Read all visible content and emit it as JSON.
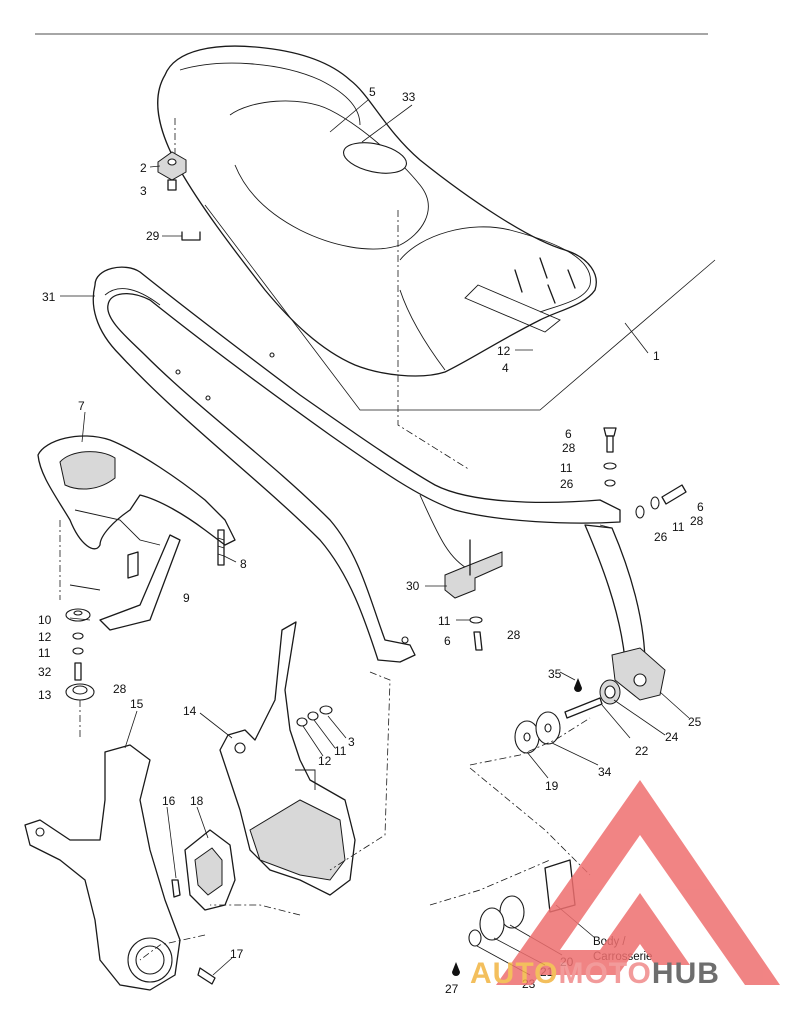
{
  "callouts": [
    {
      "id": "c1",
      "text": "1"
    },
    {
      "id": "c2",
      "text": "2"
    },
    {
      "id": "c3a",
      "text": "3"
    },
    {
      "id": "c3b",
      "text": "3"
    },
    {
      "id": "c4",
      "text": "4"
    },
    {
      "id": "c5",
      "text": "5"
    },
    {
      "id": "c6a",
      "text": "6"
    },
    {
      "id": "c6b",
      "text": "6"
    },
    {
      "id": "c6c",
      "text": "6"
    },
    {
      "id": "c7",
      "text": "7"
    },
    {
      "id": "c8",
      "text": "8"
    },
    {
      "id": "c9",
      "text": "9"
    },
    {
      "id": "c10",
      "text": "10"
    },
    {
      "id": "c11a",
      "text": "11"
    },
    {
      "id": "c11b",
      "text": "11"
    },
    {
      "id": "c11c",
      "text": "11"
    },
    {
      "id": "c11d",
      "text": "11"
    },
    {
      "id": "c11e",
      "text": "11"
    },
    {
      "id": "c12a",
      "text": "12"
    },
    {
      "id": "c12b",
      "text": "12"
    },
    {
      "id": "c12c",
      "text": "12"
    },
    {
      "id": "c13",
      "text": "13"
    },
    {
      "id": "c14",
      "text": "14"
    },
    {
      "id": "c15",
      "text": "15"
    },
    {
      "id": "c16",
      "text": "16"
    },
    {
      "id": "c17",
      "text": "17"
    },
    {
      "id": "c18",
      "text": "18"
    },
    {
      "id": "c19",
      "text": "19"
    },
    {
      "id": "c20",
      "text": "20"
    },
    {
      "id": "c21",
      "text": "21"
    },
    {
      "id": "c22",
      "text": "22"
    },
    {
      "id": "c23",
      "text": "23"
    },
    {
      "id": "c24",
      "text": "24"
    },
    {
      "id": "c25",
      "text": "25"
    },
    {
      "id": "c26a",
      "text": "26"
    },
    {
      "id": "c26b",
      "text": "26"
    },
    {
      "id": "c27",
      "text": "27"
    },
    {
      "id": "c28a",
      "text": "28"
    },
    {
      "id": "c28b",
      "text": "28"
    },
    {
      "id": "c28c",
      "text": "28"
    },
    {
      "id": "c28d",
      "text": "28"
    },
    {
      "id": "c29",
      "text": "29"
    },
    {
      "id": "c30",
      "text": "30"
    },
    {
      "id": "c31",
      "text": "31"
    },
    {
      "id": "c32",
      "text": "32"
    },
    {
      "id": "c33",
      "text": "33"
    },
    {
      "id": "c34",
      "text": "34"
    },
    {
      "id": "c35",
      "text": "35"
    }
  ],
  "body_label": {
    "line1": "Body /",
    "line2": "Carrosserie"
  },
  "watermark": {
    "part1": "AUTO",
    "part2": "MOTO",
    "part3": "HUB",
    "color1": "#f2b441",
    "color2": "#f08a8a",
    "color3": "#555555",
    "logo_color": "#ee6f6f"
  },
  "colors": {
    "line": "#1a1a1a",
    "background": "#ffffff"
  }
}
